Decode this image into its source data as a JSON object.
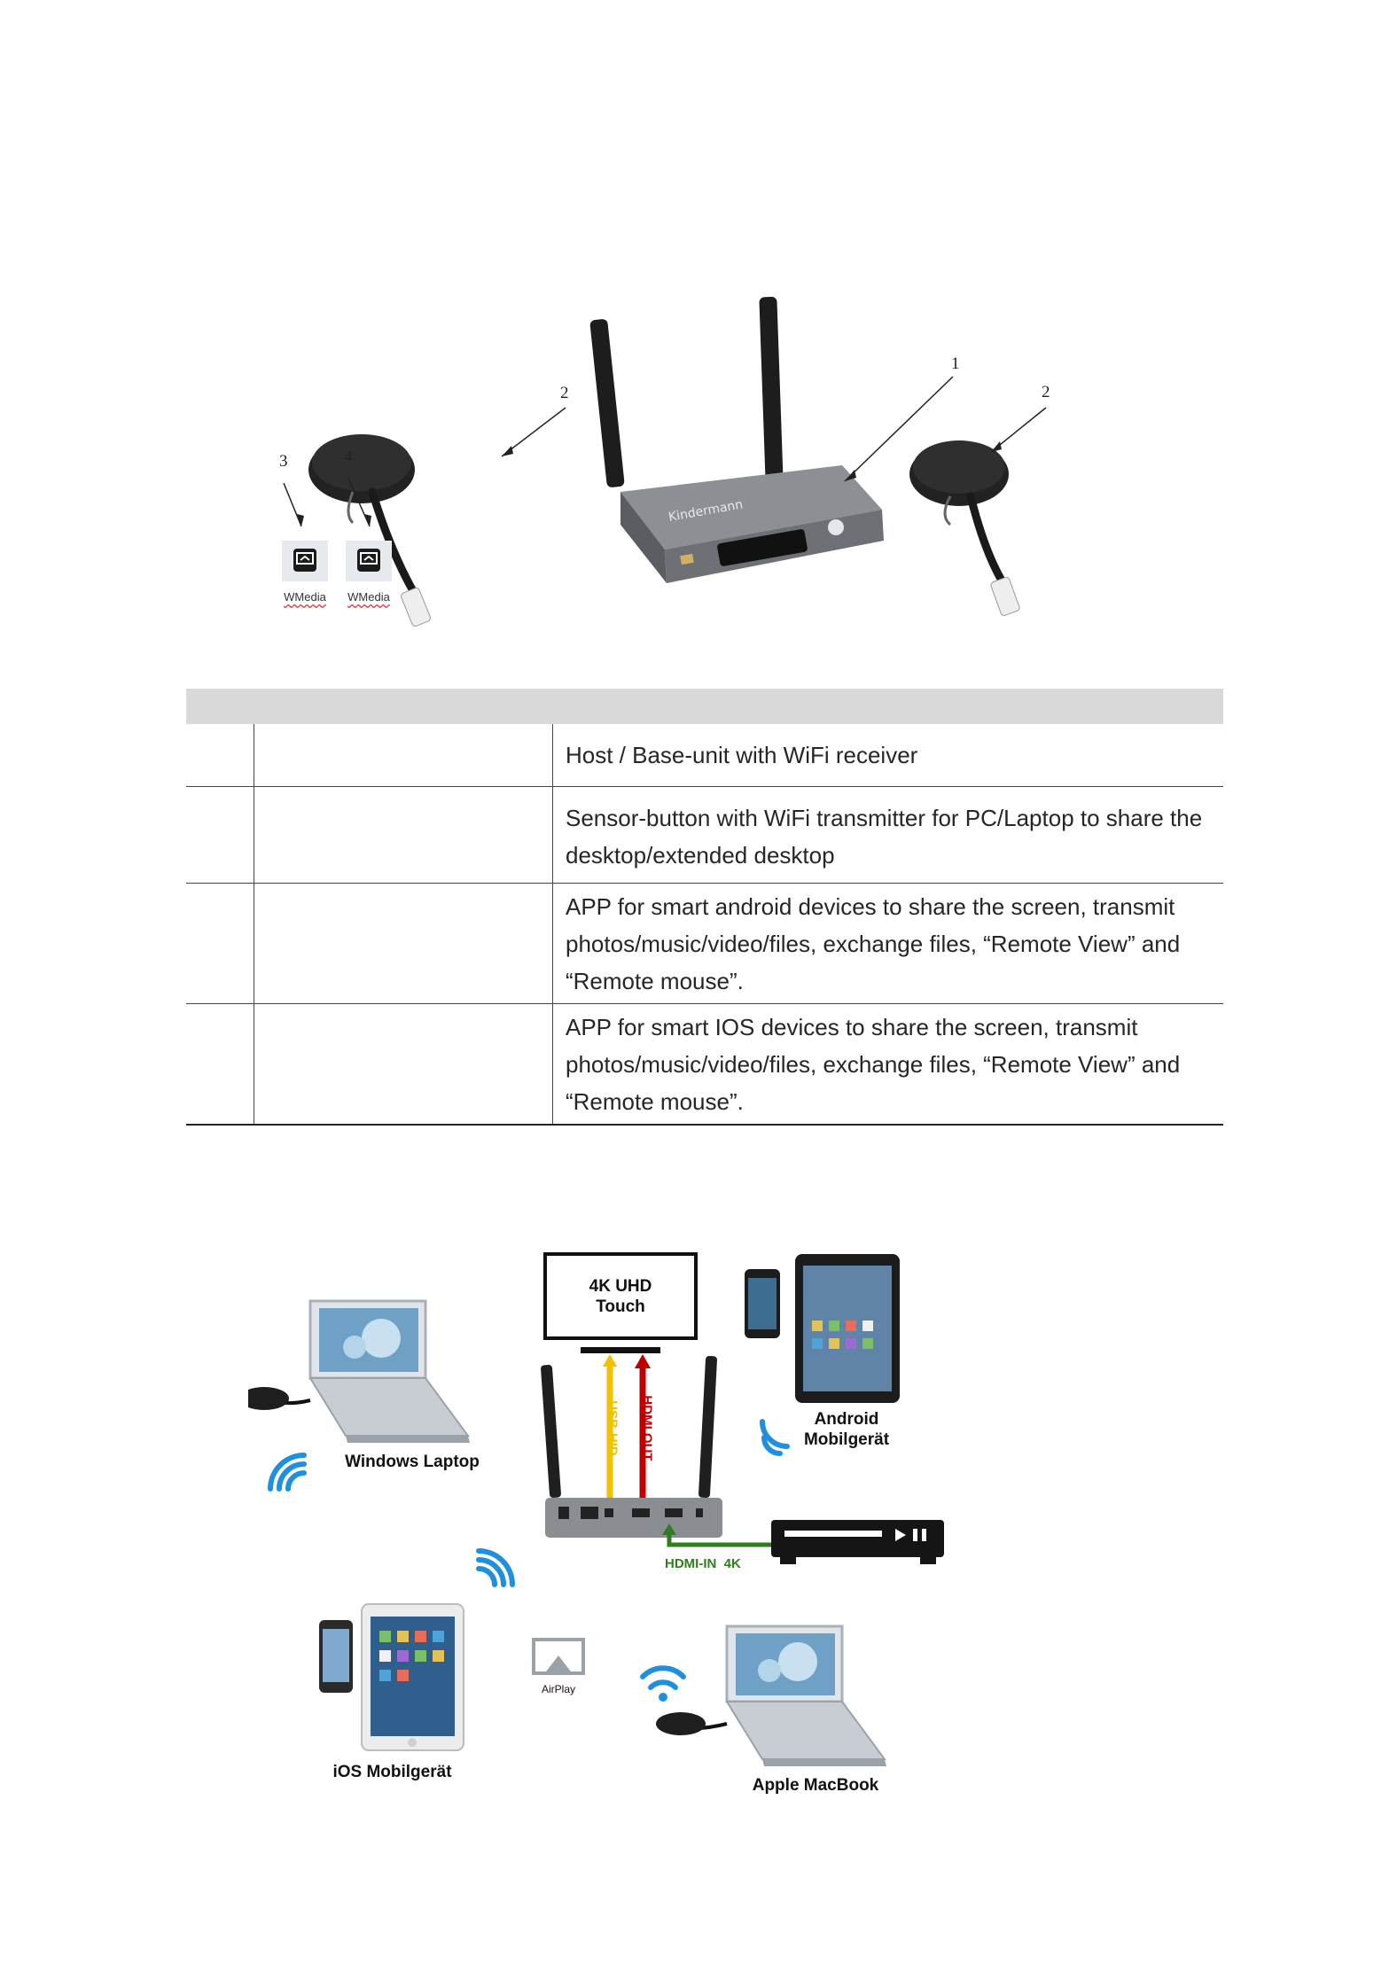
{
  "product_figure": {
    "callouts": [
      "1",
      "2",
      "2",
      "3",
      "4"
    ],
    "app_icons": [
      {
        "label": "WMedia",
        "icon": "screen-share-app-icon"
      },
      {
        "label": "WMedia",
        "icon": "screen-share-app-icon"
      }
    ],
    "brand_on_device": "Kindermann"
  },
  "parts_table": {
    "rows": [
      {
        "num": "",
        "name": "",
        "desc": "Host / Base-unit with WiFi receiver"
      },
      {
        "num": "",
        "name": "",
        "desc": "Sensor-button with WiFi transmitter for PC/Laptop to share the desktop/extended desktop"
      },
      {
        "num": "",
        "name": "",
        "desc": "APP for smart android devices to share the screen, transmit photos/music/video/files, exchange files, “Remote View” and “Remote mouse”."
      },
      {
        "num": "",
        "name": "",
        "desc": "APP for smart IOS devices to share the screen, transmit photos/music/video/files, exchange files, “Remote View” and “Remote mouse”."
      }
    ]
  },
  "diagram": {
    "monitor_label_line1": "4K UHD",
    "monitor_label_line2": "Touch",
    "usb_hid": "USB-HID",
    "hdmi_out": "HDMI OUT",
    "hdmi_in": "HDMI-IN  4K",
    "windows_laptop": "Windows Laptop",
    "android_line1": "Android",
    "android_line2": "Mobilgerät",
    "ios": "iOS Mobilgerät",
    "airplay": "AirPlay",
    "macbook": "Apple MacBook",
    "colors": {
      "usb": "#f2c200",
      "hdmi": "#c00000",
      "hdmi_in": "#2e7d1e",
      "wifi": "#1f8fe0"
    }
  }
}
